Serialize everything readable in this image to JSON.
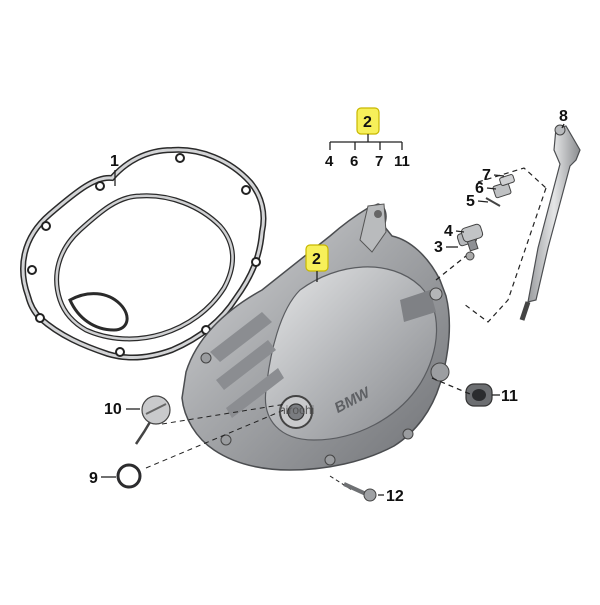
{
  "diagram": {
    "highlight_color": "#f5ee4e",
    "part_color": "#a9abae",
    "callouts": {
      "c1": "1",
      "c2_top": "2",
      "c2_main": "2",
      "c3": "3",
      "c4": "4",
      "c5": "5",
      "c6": "6",
      "c7": "7",
      "c8": "8",
      "c9": "9",
      "c10": "10",
      "c11": "11",
      "c12": "12"
    },
    "tree_children": [
      "4",
      "6",
      "7",
      "11"
    ],
    "cover_logo": "BMW",
    "watermark": "hirochi"
  }
}
